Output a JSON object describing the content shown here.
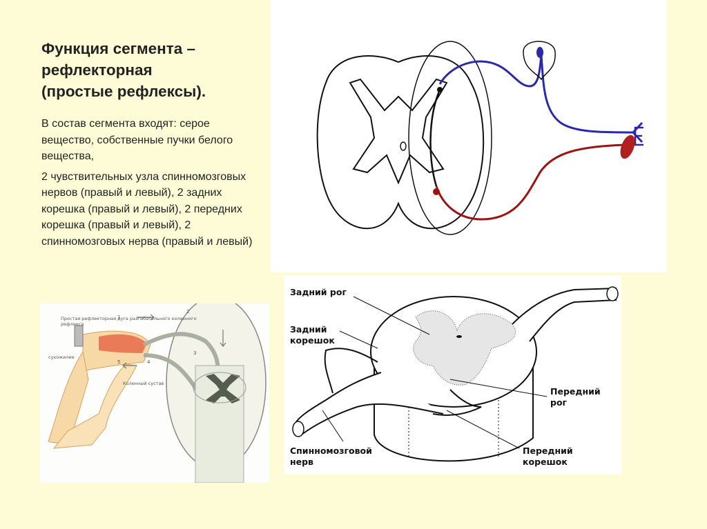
{
  "slide": {
    "title_lines": [
      "Функция сегмента –",
      "рефлекторная",
      "(простые рефлексы)."
    ],
    "paragraphs": [
      "В состав сегмента входят: серое вещество, собственные пучки белого вещества,",
      "2 чувствительных узла спинномозговых нервов (правый и левый), 2 задних корешка (правый и левый), 2 передних корешка (правый и левый), 2 спинномозговых нерва (правый и левый)"
    ]
  },
  "reflex_figure": {
    "caption_line1": "Простая рефлекторная дуга разгибательного коленного",
    "caption_line2": "рефлекса",
    "label_tendon": "сухожилие",
    "label_knee": "Коленный сустав",
    "numbers": [
      "1",
      "2",
      "3",
      "4",
      "5"
    ]
  },
  "segment_figure": {
    "label_posterior_horn": "Задний рог",
    "label_posterior_root_1": "Задний",
    "label_posterior_root_2": "корешок",
    "label_anterior_horn_1": "Передний",
    "label_anterior_horn_2": "рог",
    "label_spinal_nerve_1": "Спинномозговой",
    "label_spinal_nerve_2": "нерв",
    "label_anterior_root_1": "Передний",
    "label_anterior_root_2": "корешок"
  },
  "colors": {
    "background": "#fdfcd6",
    "sensory": "#2a2aa8",
    "motor": "#9a1414"
  }
}
